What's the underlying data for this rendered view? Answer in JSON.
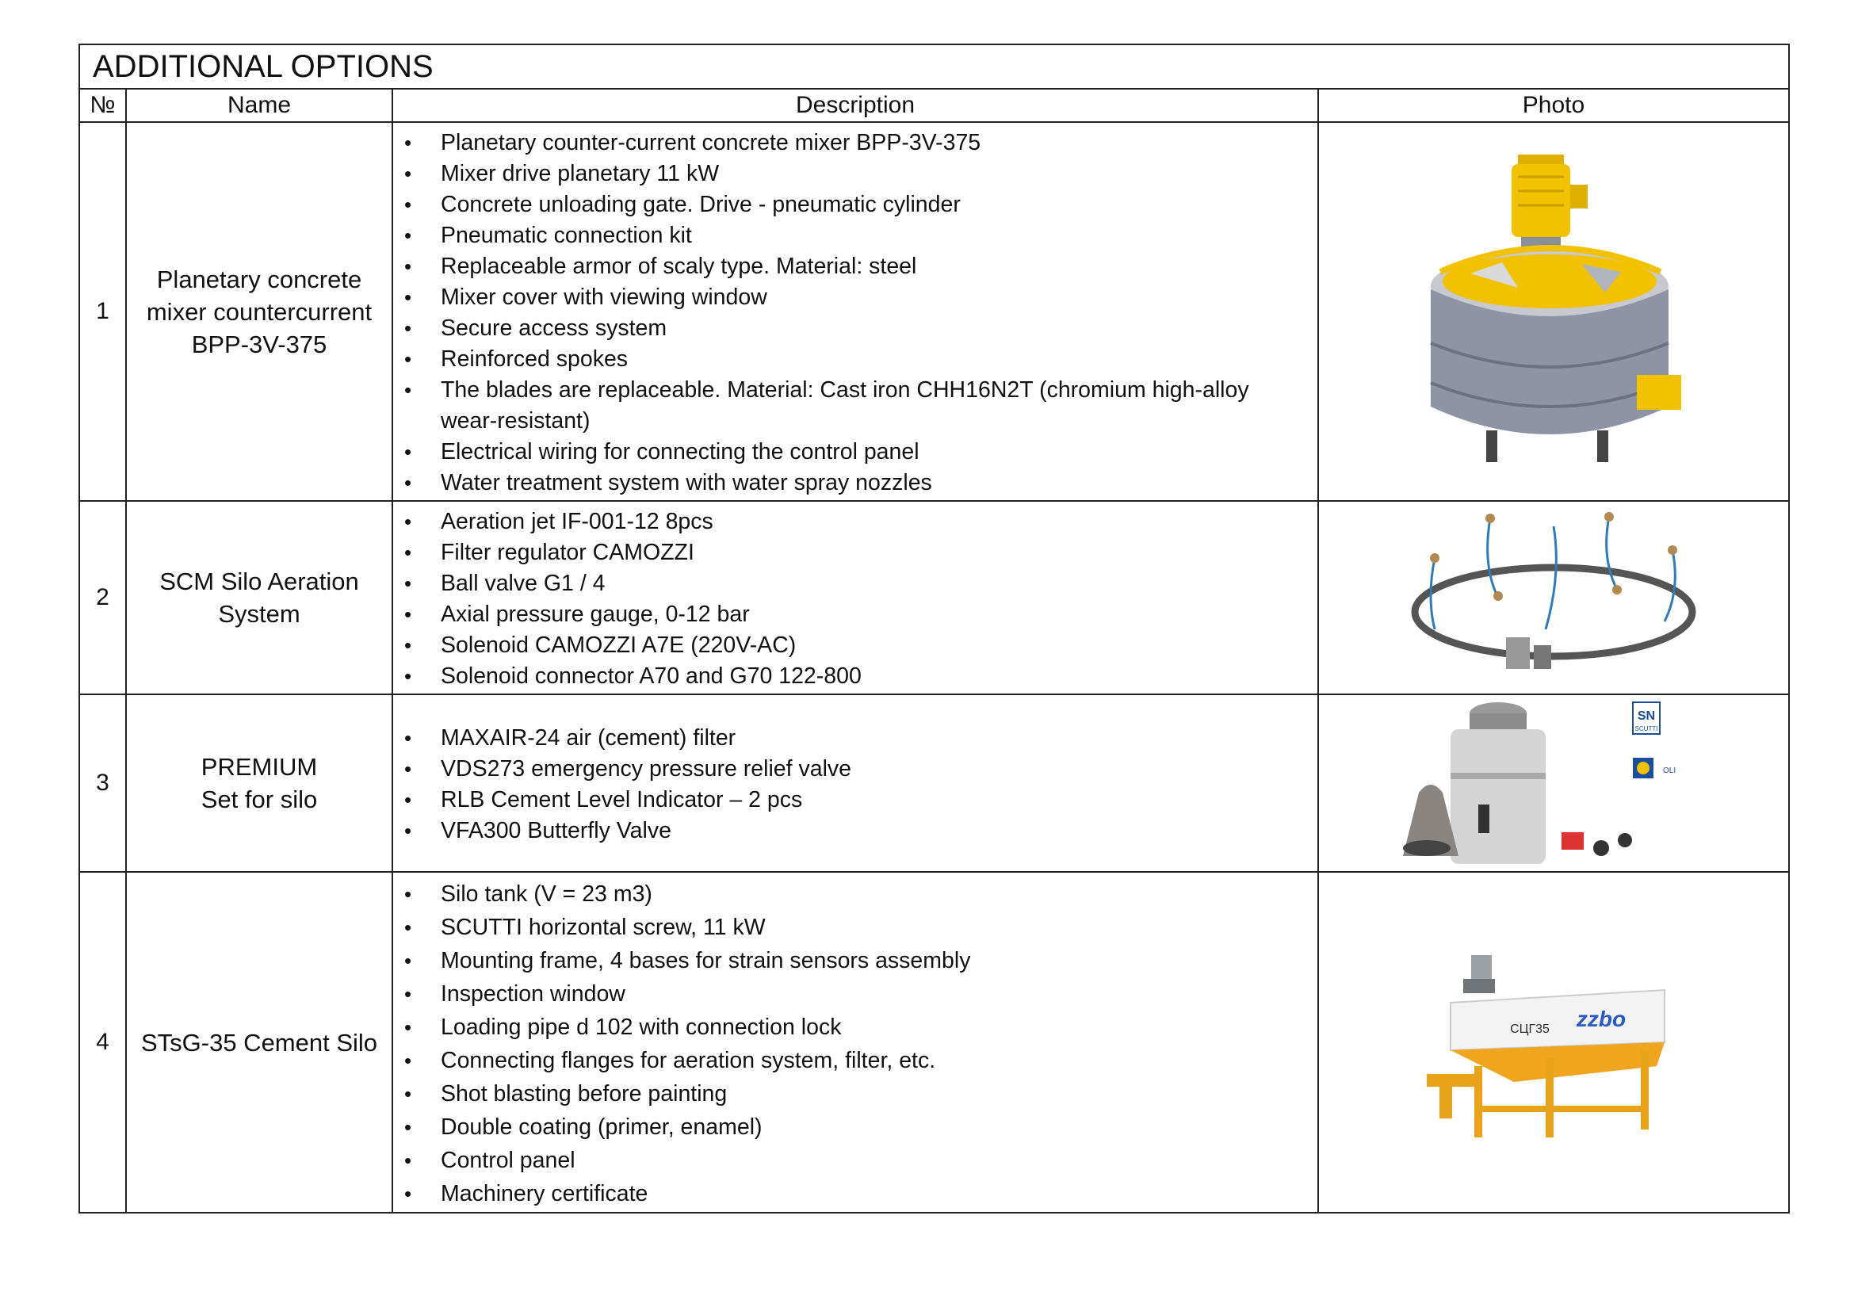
{
  "table_title": "ADDITIONAL OPTIONS",
  "columns": [
    "№",
    "Name",
    "Description",
    "Photo"
  ],
  "rows": [
    {
      "number": "1",
      "name_lines": [
        "Planetary concrete",
        "mixer countercurrent",
        "BPP-3V-375"
      ],
      "items": [
        "Planetary counter-current concrete mixer BPP-3V-375",
        "Mixer drive planetary 11 kW",
        "Concrete unloading gate. Drive - pneumatic cylinder",
        "Pneumatic connection kit",
        "Replaceable armor of scaly type. Material: steel",
        "Mixer cover with viewing window",
        "Secure access system",
        "Reinforced spokes",
        "The blades are replaceable. Material: Cast iron CHH16N2T (chromium high-alloy wear-resistant)",
        "Electrical wiring for connecting the control panel",
        "Water treatment system with water spray nozzles"
      ]
    },
    {
      "number": "2",
      "name_lines": [
        "SCM Silo Aeration",
        "System"
      ],
      "items": [
        "Aeration jet IF-001-12 8pcs",
        "Filter regulator CAMOZZI",
        "Ball valve G1 / 4",
        "Axial pressure gauge, 0-12 bar",
        "Solenoid CAMOZZI A7E (220V-AC)",
        "Solenoid connector A70 and G70 122-800"
      ]
    },
    {
      "number": "3",
      "name_lines": [
        "PREMIUM",
        "Set for silo"
      ],
      "items": [
        "MAXAIR-24 air (cement) filter",
        "VDS273 emergency pressure relief valve",
        "RLB Cement Level Indicator – 2 pcs",
        "VFA300 Butterfly Valve"
      ]
    },
    {
      "number": "4",
      "name_lines": [
        "STsG-35 Cement Silo"
      ],
      "items": [
        "Silo tank (V = 23 m3)",
        "SCUTTI horizontal screw, 11 kW",
        "Mounting frame, 4 bases for strain sensors assembly",
        "Inspection window",
        "Loading pipe d 102 with connection lock",
        "Connecting flanges for aeration system, filter, etc.",
        "Shot blasting before painting",
        "Double coating (primer, enamel)",
        "Control panel",
        "Machinery certificate"
      ]
    }
  ],
  "photo_labels": {
    "row3_logo_top": "SN",
    "row3_logo_top_sub": "SCUTTI",
    "row3_logo_bottom": "OLI",
    "row4_brand": "zzbo",
    "row4_model": "СЦГ35"
  },
  "colors": {
    "mixer_yellow": "#f2c200",
    "mixer_grey": "#8e94a6",
    "silo_orange": "#f0a51e"
  }
}
